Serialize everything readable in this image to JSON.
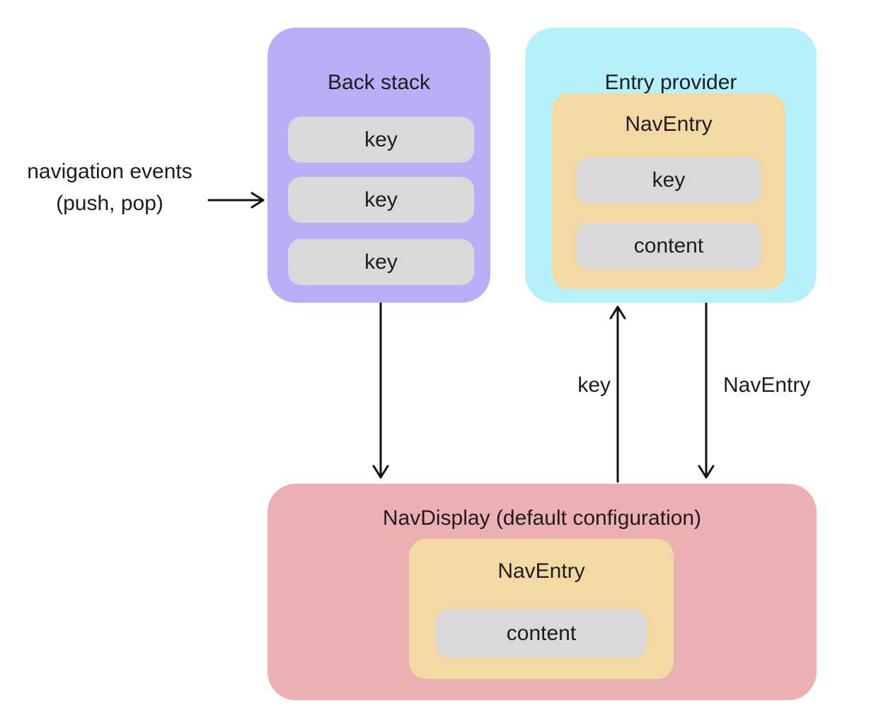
{
  "colors": {
    "back_stack_bg": "#b9aff8",
    "entry_provider_bg": "#b5f0fb",
    "nav_entry_bg": "#f5d9a4",
    "nav_display_bg": "#edb0b2",
    "slot_bg": "#d9d9d9",
    "text": "#1c1c1e",
    "arrow": "#111111"
  },
  "annotation": {
    "line1": "navigation events",
    "line2": "(push, pop)"
  },
  "back_stack": {
    "title": "Back stack",
    "keys": [
      "key",
      "key",
      "key"
    ]
  },
  "entry_provider": {
    "title": "Entry provider",
    "nav_entry": {
      "title": "NavEntry",
      "slots": [
        "key",
        "content"
      ]
    }
  },
  "nav_display": {
    "title": "NavDisplay (default configuration)",
    "nav_entry": {
      "title": "NavEntry",
      "slots": [
        "content"
      ]
    }
  },
  "arrow_labels": {
    "key": "key",
    "nav_entry": "NavEntry"
  }
}
